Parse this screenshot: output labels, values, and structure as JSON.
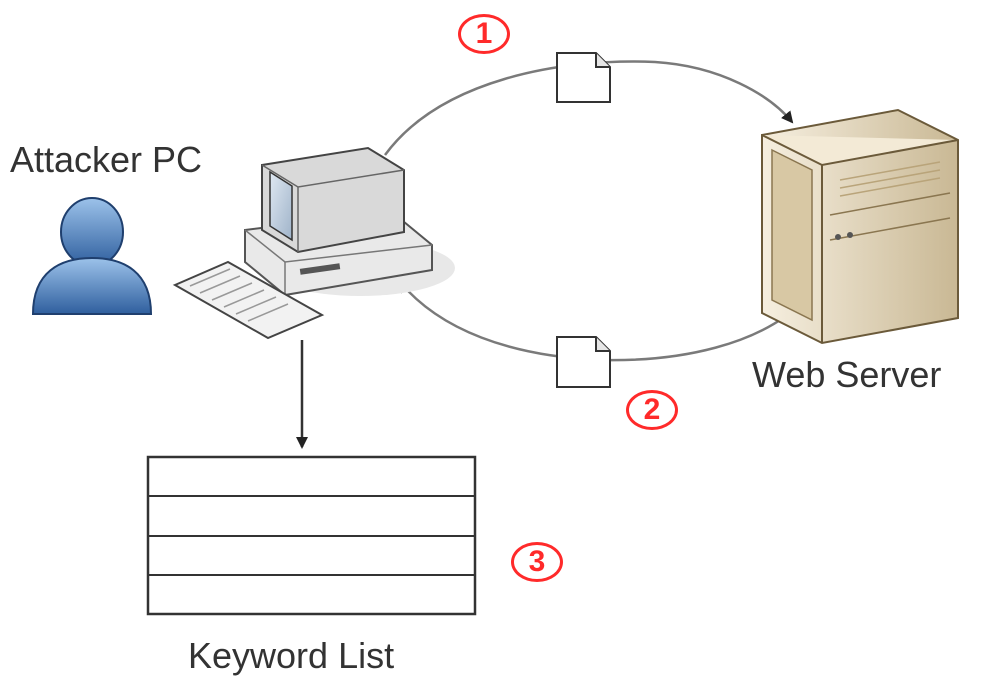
{
  "labels": {
    "attacker": "Attacker PC",
    "server": "Web Server",
    "keyword_list": "Keyword List"
  },
  "steps": [
    "1",
    "2",
    "3"
  ],
  "keyword_list_rows": 4,
  "colors": {
    "step_red": "#ff2a2a",
    "line_gray": "#808080",
    "user_blue": "#4a7fc1",
    "server_tan": "#e8dcc2"
  },
  "icons": [
    "user-icon",
    "computer-icon",
    "server-icon",
    "document-icon",
    "document-icon"
  ]
}
